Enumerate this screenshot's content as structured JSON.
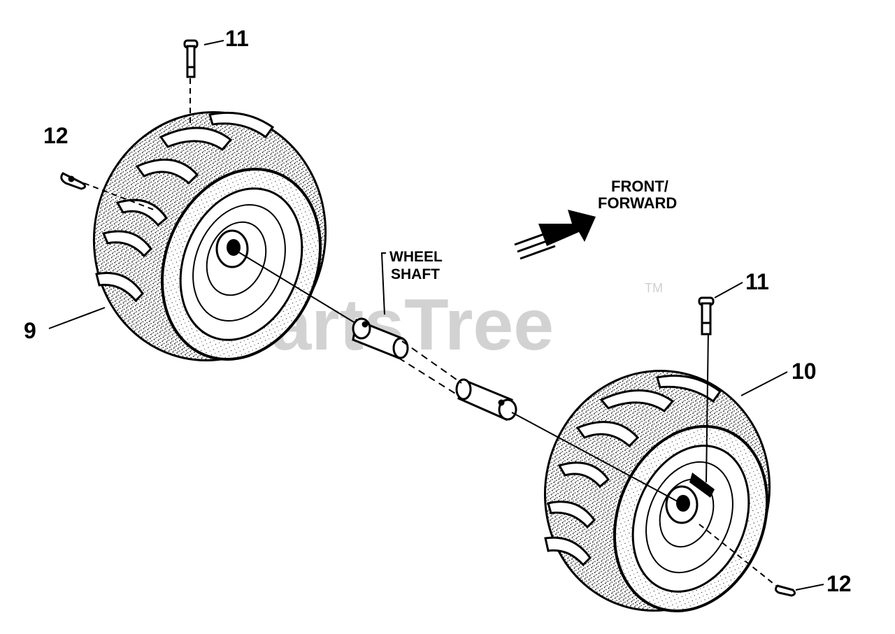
{
  "colors": {
    "ink": "#000000",
    "paper": "#ffffff",
    "watermark": "#d2d2d2"
  },
  "watermark": {
    "text": "PartsTree",
    "trademark": "TM"
  },
  "labels": {
    "front_line1": "FRONT/",
    "front_line2": "FORWARD",
    "shaft_line1": "WHEEL",
    "shaft_line2": "SHAFT"
  },
  "callouts": {
    "pin_left": "11",
    "clip_left": "12",
    "wheel_left": "9",
    "pin_right": "11",
    "wheel_right": "10",
    "clip_right": "12"
  },
  "icons": {
    "direction": "arrow-icon"
  }
}
